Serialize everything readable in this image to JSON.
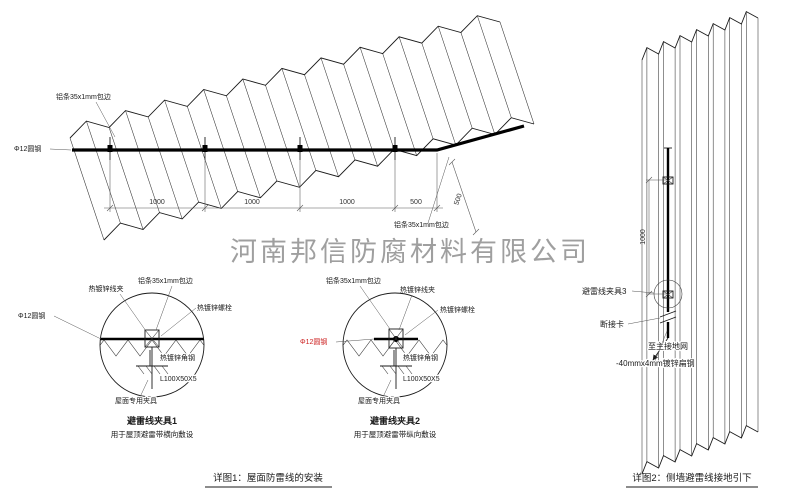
{
  "watermark": "河南邦信防腐材料有限公司",
  "roof": {
    "label_round_steel": "Φ12圆钢",
    "label_al_strip_top": "铝条35x1mm包边",
    "label_al_strip_right": "铝条35x1mm包边",
    "dims": [
      "1000",
      "1000",
      "1000",
      "500",
      "500"
    ]
  },
  "clamp_detail_1": {
    "title": "避雷线夹具1",
    "subtitle": "用于屋顶避雷带横向敷设",
    "label_wire_clip": "热镀锌线夹",
    "label_al_strip": "铝条35x1mm包边",
    "label_bolt": "热镀锌螺栓",
    "label_round_steel": "Φ12圆钢",
    "label_angle_steel": "热镀锌角钢",
    "label_angle_size": "L100X50X5",
    "label_roof_fixture": "屋面专用夹具"
  },
  "clamp_detail_2": {
    "title": "避雷线夹具2",
    "subtitle": "用于屋顶避雷带纵向敷设",
    "label_wire_clip": "热镀锌线夹",
    "label_al_strip": "铝条35x1mm包边",
    "label_bolt": "热镀锌螺栓",
    "label_round_steel": "Φ12圆钢",
    "label_angle_steel": "热镀锌角钢",
    "label_angle_size": "L100X50X5",
    "label_roof_fixture": "屋面专用夹具"
  },
  "wall_detail": {
    "dim": "1000",
    "label_clamp": "避雷线夹具3",
    "label_disconnect": "断接卡",
    "label_to_ground": "至主接地网",
    "label_flat_steel": "-40mmx4mm镀锌扁钢"
  },
  "captions": {
    "detail1": "详图1：屋面防雷线的安装",
    "detail2": "详图2：侧墙避雷线接地引下"
  },
  "colors": {
    "line": "#1a1a1a",
    "red": "#cc2222",
    "watermark": "#8f8f8f"
  }
}
